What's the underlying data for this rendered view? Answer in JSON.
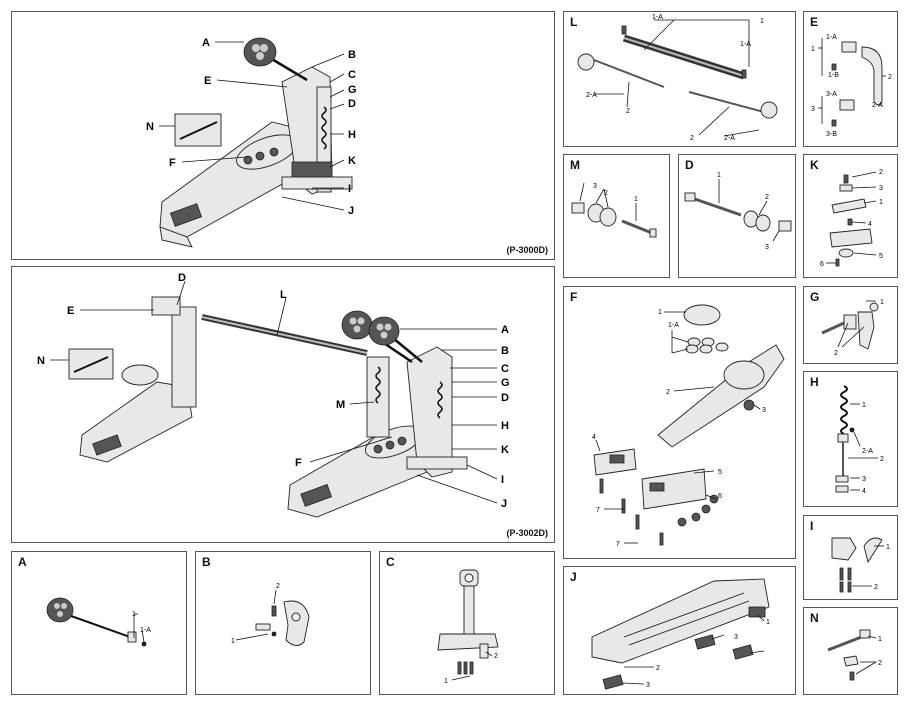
{
  "panels": {
    "single": {
      "model": "(P-3000D)",
      "labels": [
        "A",
        "B",
        "E",
        "C",
        "G",
        "D",
        "N",
        "H",
        "F",
        "K",
        "I",
        "J"
      ]
    },
    "double": {
      "model": "(P-3002D)",
      "labels": [
        "D",
        "E",
        "L",
        "N",
        "A",
        "B",
        "C",
        "G",
        "M",
        "D",
        "H",
        "F",
        "K",
        "I",
        "J"
      ]
    },
    "A": {
      "title": "A",
      "parts": [
        "1",
        "1-A"
      ]
    },
    "B": {
      "title": "B",
      "parts": [
        "2",
        "1"
      ]
    },
    "C": {
      "title": "C",
      "parts": [
        "2",
        "1"
      ]
    },
    "L": {
      "title": "L",
      "parts": [
        "1-A",
        "1",
        "1-A",
        "2-A",
        "2",
        "2",
        "2-A"
      ]
    },
    "E": {
      "title": "E",
      "parts": [
        "1-A",
        "1",
        "1-B",
        "2",
        "2-A",
        "3-A",
        "3",
        "3-B"
      ]
    },
    "M": {
      "title": "M",
      "parts": [
        "3",
        "2",
        "1"
      ]
    },
    "D": {
      "title": "D",
      "parts": [
        "1",
        "2",
        "3"
      ]
    },
    "K": {
      "title": "K",
      "parts": [
        "2",
        "3",
        "1",
        "4",
        "5",
        "6"
      ]
    },
    "F": {
      "title": "F",
      "parts": [
        "1",
        "1-A",
        "2",
        "3",
        "4",
        "5",
        "6",
        "7",
        "7"
      ]
    },
    "G": {
      "title": "G",
      "parts": [
        "1",
        "2"
      ]
    },
    "H": {
      "title": "H",
      "parts": [
        "1",
        "2-A",
        "2",
        "3",
        "4"
      ]
    },
    "I": {
      "title": "I",
      "parts": [
        "1",
        "2"
      ]
    },
    "J": {
      "title": "J",
      "parts": [
        "1",
        "3",
        "2",
        "3"
      ]
    },
    "N": {
      "title": "N",
      "parts": [
        "1",
        "2"
      ]
    }
  }
}
